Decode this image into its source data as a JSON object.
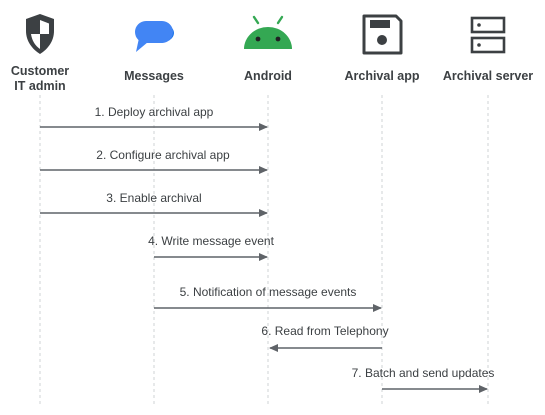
{
  "actors": [
    {
      "id": "admin",
      "label_line1": "Customer",
      "label_line2": "IT admin",
      "icon": "shield-icon",
      "color": "#3c4043"
    },
    {
      "id": "messages",
      "label_line1": "Messages",
      "icon": "messages-chat-icon",
      "color": "#4285f4"
    },
    {
      "id": "android",
      "label_line1": "Android",
      "icon": "android-robot-icon",
      "color": "#34a853"
    },
    {
      "id": "archival_app",
      "label_line1": "Archival app",
      "icon": "save-floppy-icon",
      "color": "#3c4043"
    },
    {
      "id": "archival_server",
      "label_line1": "Archival server",
      "icon": "server-icon",
      "color": "#3c4043"
    }
  ],
  "messages": [
    {
      "label": "1. Deploy archival app",
      "from": "admin",
      "to": "android"
    },
    {
      "label": "2. Configure archival app",
      "from": "admin",
      "to": "android"
    },
    {
      "label": "3. Enable archival",
      "from": "admin",
      "to": "android"
    },
    {
      "label": "4. Write message event",
      "from": "messages",
      "to": "android"
    },
    {
      "label": "5. Notification of message events",
      "from": "messages",
      "to": "archival_app"
    },
    {
      "label": "6. Read from Telephony",
      "from": "archival_app",
      "to": "android"
    },
    {
      "label": "7. Batch and send updates",
      "from": "archival_app",
      "to": "archival_server"
    }
  ],
  "colors": {
    "line": "#5f6368",
    "lifeline": "#cfd3d6",
    "text": "#3c4043"
  }
}
